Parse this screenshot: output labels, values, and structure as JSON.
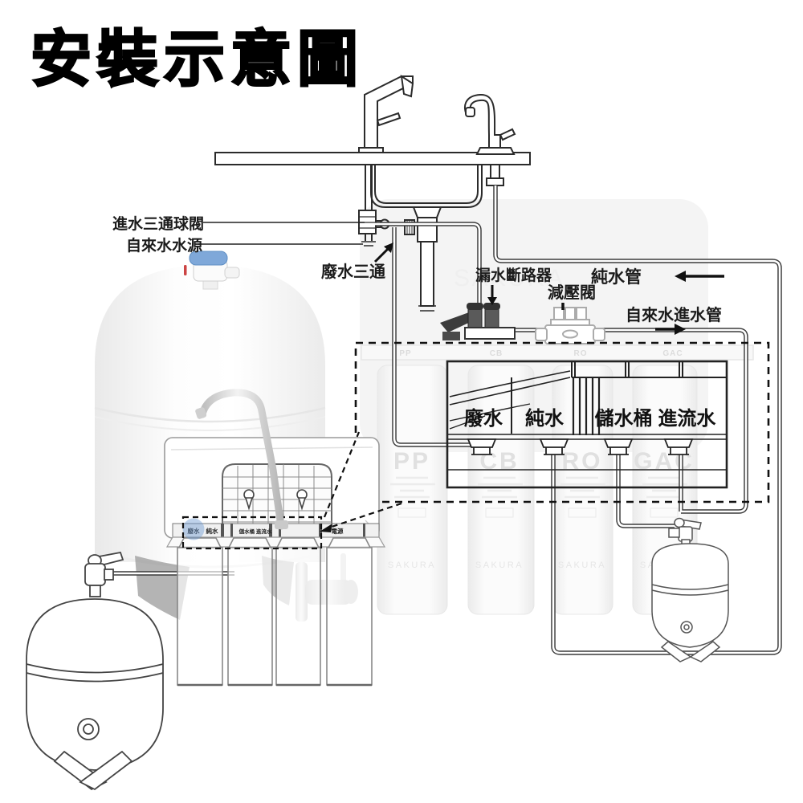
{
  "title": "安裝示意圖",
  "colors": {
    "line": "#2b2b2b",
    "faint_fill": "#f4f4f4",
    "faint_text": "#e0e0e0",
    "blue_cap": "#7fa8d9",
    "port_highlight": "rgba(110,155,210,0.45)"
  },
  "callouts": {
    "inlet_valve": "進水三通球閥",
    "tap_water_source": "自來水水源",
    "waste_tee": "廢水三通",
    "leak_breaker": "漏水斷路器",
    "pressure_reducing_valve": "減壓閥",
    "pure_water_pipe": "純水管",
    "tap_water_inlet_pipe": "自來水進水管"
  },
  "detail_box": {
    "waste": "廢水",
    "pure": "純水",
    "tank_inflow": "儲水桶 進流水"
  },
  "machine_ports": {
    "waste": "廢水",
    "pure": "純水",
    "tank_inflow": "儲水桶 進流水",
    "power": "電源"
  },
  "filters": {
    "codes": [
      "PP",
      "CB",
      "RO",
      "GAC"
    ],
    "watermark": "SAKURA"
  }
}
